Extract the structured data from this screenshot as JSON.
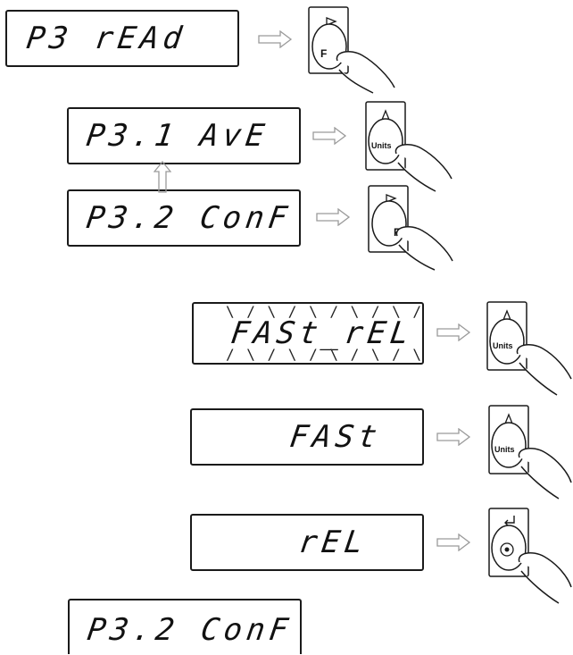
{
  "displays": [
    {
      "id": "p3-read",
      "text": "P3 rEAd"
    },
    {
      "id": "p3-1-ave",
      "text": "P3.1 AvE"
    },
    {
      "id": "p3-2-conf",
      "text": "P3.2 ConF"
    },
    {
      "id": "fast-rel",
      "text": "FASt_rEL"
    },
    {
      "id": "fast",
      "text": "FASt"
    },
    {
      "id": "rel",
      "text": "rEL"
    },
    {
      "id": "p3-2-conf-final",
      "text": "P3.2 ConF"
    }
  ],
  "blink_marks": {
    "top": "\\ / \\ / \\ / \\ / \\ / \\ /",
    "bottom": "/ \\ / \\ / \\ / \\ / \\ / \\"
  },
  "buttons": [
    {
      "id": "f-button-1",
      "type": "F",
      "label": "F"
    },
    {
      "id": "units-button-1",
      "type": "Units",
      "label": "Units"
    },
    {
      "id": "f-button-2",
      "type": "F",
      "label": "F"
    },
    {
      "id": "units-button-2",
      "type": "Units",
      "label": "Units"
    },
    {
      "id": "units-button-3",
      "type": "Units",
      "label": "Units"
    },
    {
      "id": "enter-button",
      "type": "Enter",
      "label": ""
    }
  ],
  "colors": {
    "line": "#1a1a1a",
    "arrow_outline": "#9a9a9a",
    "lcd_bg": "#ffffff"
  }
}
